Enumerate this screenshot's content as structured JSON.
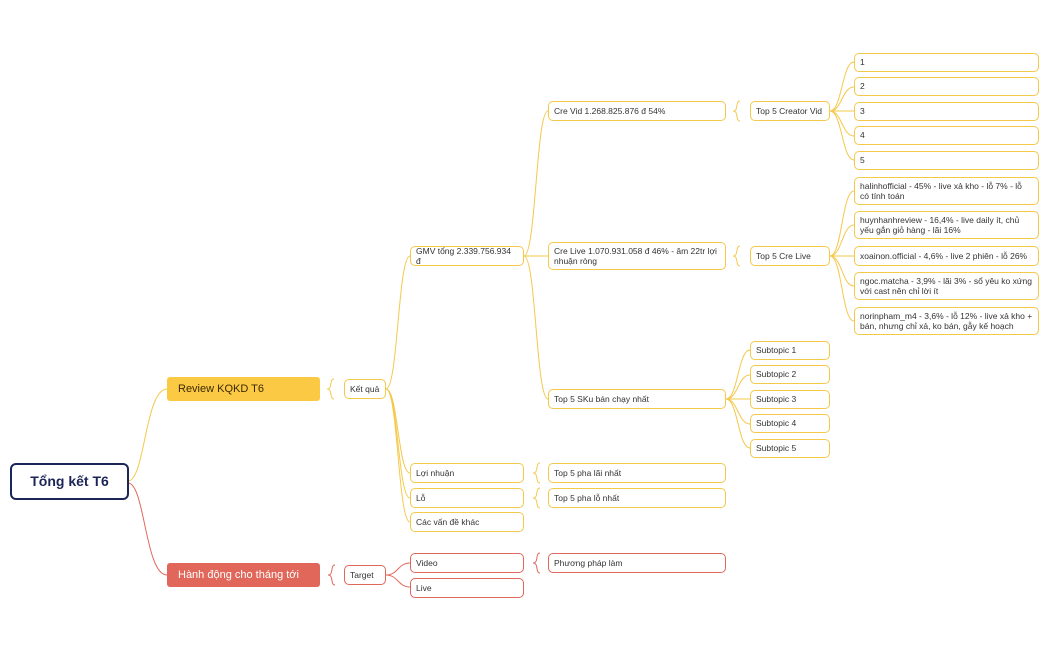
{
  "colors": {
    "root": "#1c2558",
    "branch_review": "#fcc945",
    "branch_action": "#e0675a",
    "line_review": "#f4c84a",
    "line_action": "#e0675a"
  },
  "root": "Tổng kết T6",
  "review": {
    "label": "Review KQKD T6",
    "ket_qua": "Kết quả",
    "gmv": "GMV tổng 2.339.756.934 đ",
    "cre_vid": "Cre Vid 1.268.825.876 đ 54%",
    "top5_creator_vid": "Top 5 Creator Vid",
    "creator_vid_items": [
      "1",
      "2",
      "3",
      "4",
      "5"
    ],
    "cre_live": "Cre Live 1.070.931.058 đ 46% - âm 22tr lợi nhuận ròng",
    "top5_cre_live": "Top 5 Cre Live",
    "cre_live_items": [
      "halinhofficial - 45% - live xả kho - lỗ 7% - lỗ có tính toán",
      "huynhanhreview - 16,4% - live daily ít, chủ yếu gắn giỏ hàng - lãi 16%",
      "xoainon.official - 4,6% - live 2 phiên - lỗ 26%",
      "ngoc.matcha - 3,9% - lãi 3% - sổ yêu ko xứng với cast nên chỉ lời ít",
      "norinpham_m4 - 3,6% - lỗ 12% - live xả kho + bán, nhưng chỉ xả, ko bán, gẫy kế hoạch"
    ],
    "top5_sku": "Top 5 SKu bán chạy nhất",
    "sku_subtopics": [
      "Subtopic 1",
      "Subtopic 2",
      "Subtopic 3",
      "Subtopic 4",
      "Subtopic 5"
    ],
    "loi_nhuan": "Lợi nhuận",
    "top5_lai": "Top 5 pha lãi nhất",
    "lo": "Lỗ",
    "top5_lo": "Top 5 pha lỗ nhất",
    "van_de_khac": "Các vấn đề khác"
  },
  "action": {
    "label": "Hành động cho tháng tới",
    "target": "Target",
    "video": "Video",
    "phuong_phap": "Phương pháp làm",
    "live": "Live"
  }
}
